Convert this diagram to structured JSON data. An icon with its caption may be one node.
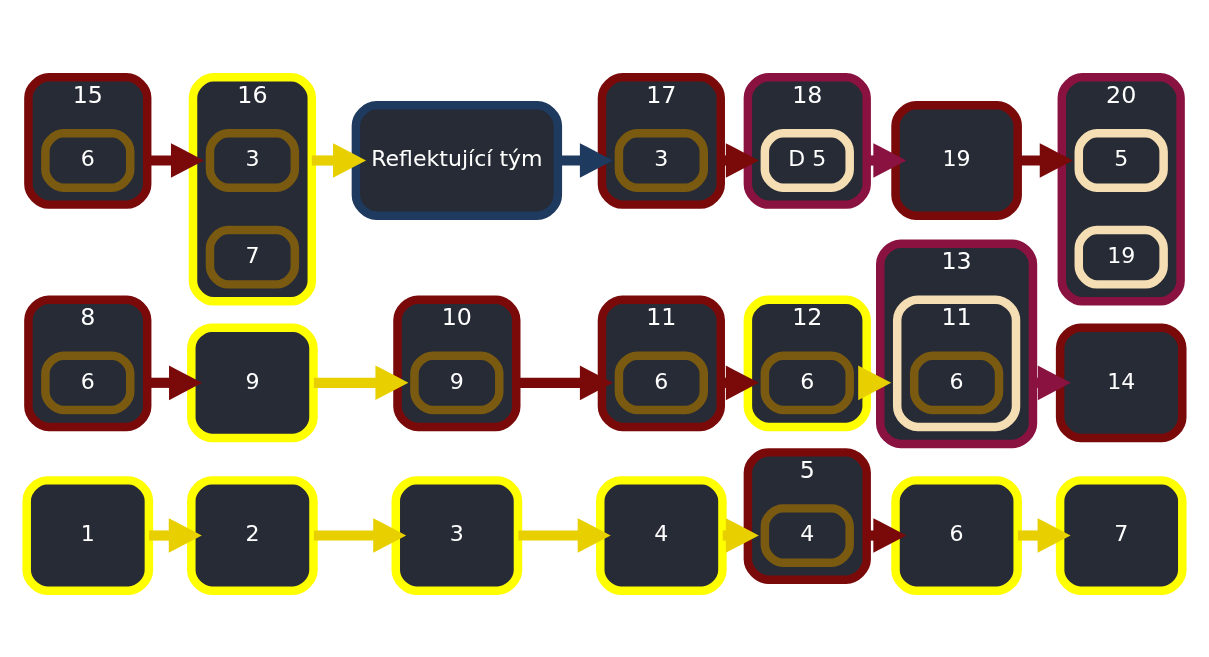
{
  "diagram": {
    "nodes": [
      {
        "text": [
          "1"
        ]
      },
      {
        "text": [
          "2"
        ]
      },
      {
        "text": [
          "3"
        ]
      },
      {
        "text": [
          "4"
        ]
      },
      {
        "text": [
          "5"
        ]
      },
      {
        "text": [
          "4"
        ],
        "in": 4
      },
      {
        "text": [
          "6"
        ]
      },
      {
        "text": [
          "7"
        ]
      },
      {
        "text": [
          "8"
        ]
      },
      {
        "text": [
          "6"
        ],
        "in": 8
      },
      {
        "text": [
          "9"
        ]
      },
      {
        "text": [
          "10"
        ]
      },
      {
        "text": [
          "9"
        ],
        "in": 11
      },
      {
        "text": [
          "11"
        ]
      },
      {
        "text": [
          "6"
        ],
        "in": 13
      },
      {
        "text": [
          "12"
        ]
      },
      {
        "text": [
          "6"
        ],
        "in": 15
      },
      {
        "text": [
          "13"
        ]
      },
      {
        "text": [
          "11"
        ],
        "in": 17
      },
      {
        "text": [
          "6"
        ],
        "in": 18
      },
      {
        "text": [
          "14"
        ]
      },
      {
        "text": [
          "15"
        ]
      },
      {
        "text": [
          "6"
        ],
        "in": 21
      },
      {
        "text": [
          "16"
        ]
      },
      {
        "text": [
          "3"
        ],
        "in": 23
      },
      {
        "text": [
          "7"
        ],
        "in": 23
      },
      {
        "text": [
          "Reflektující tým"
        ]
      },
      {
        "text": [
          "17"
        ]
      },
      {
        "text": [
          "3"
        ],
        "in": 27
      },
      {
        "text": [
          "18"
        ]
      },
      {
        "text": [
          "D 5"
        ],
        "in": 29
      },
      {
        "text": [
          "19"
        ]
      },
      {
        "text": [
          "20"
        ]
      },
      {
        "text": [
          "5"
        ],
        "in": 32
      },
      {
        "text": [
          "19"
        ],
        "in": 32
      }
    ],
    "edges": [
      {
        "from": 0,
        "to": 1,
        "arrow": "to"
      },
      {
        "from": 1,
        "to": 2,
        "arrow": "to"
      },
      {
        "from": 2,
        "to": 3,
        "arrow": "to"
      },
      {
        "from": 3,
        "to": 4,
        "arrow": "to"
      },
      {
        "from": 4,
        "to": 6,
        "arrow": "to",
        "color": "#7a0a0a"
      },
      {
        "from": 6,
        "to": 7,
        "arrow": "to"
      },
      {
        "from": 8,
        "to": 10,
        "arrow": "to",
        "color": "#7a0a0a"
      },
      {
        "from": 10,
        "to": 11,
        "arrow": "to"
      },
      {
        "from": 11,
        "to": 13,
        "arrow": "to",
        "color": "#7a0a0a"
      },
      {
        "from": 13,
        "to": 15,
        "arrow": "to",
        "color": "#7a0a0a"
      },
      {
        "from": 15,
        "to": 17,
        "arrow": "to"
      },
      {
        "from": 17,
        "to": 20,
        "arrow": "to",
        "color": "#8a1240"
      },
      {
        "from": 21,
        "to": 23,
        "arrow": "to",
        "color": "#7a0a0a"
      },
      {
        "from": 23,
        "to": 26,
        "arrow": "to"
      },
      {
        "from": 26,
        "to": 27,
        "arrow": "to",
        "color": "#1f3a5f"
      },
      {
        "from": 27,
        "to": 29,
        "arrow": "to",
        "color": "#7a0a0a"
      },
      {
        "from": 29,
        "to": 31,
        "arrow": "to",
        "color": "#8a1240"
      },
      {
        "from": 31,
        "to": 32,
        "arrow": "to",
        "color": "#7a0a0a"
      }
    ]
  }
}
